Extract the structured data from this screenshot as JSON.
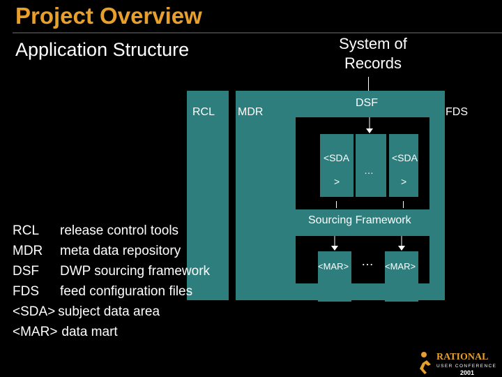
{
  "header": {
    "title": "Project Overview",
    "subtitle": "Application Structure"
  },
  "diagram": {
    "system_of_records": "System of\nRecords",
    "rcl": "RCL",
    "mdr": "MDR",
    "dsf": "DSF",
    "fds": "FDS",
    "sda_left_top": "<SDA",
    "sda_left_bottom": ">",
    "sda_right_top": "<SDA",
    "sda_right_bottom": ">",
    "sda_ellipsis": "…",
    "sourcing_framework": "Sourcing Framework",
    "mar_left": "<MAR>",
    "mar_right": "<MAR>",
    "mar_ellipsis": "…"
  },
  "legend": [
    {
      "key": "RCL",
      "desc": "release control tools"
    },
    {
      "key": "MDR",
      "desc": "meta data repository"
    },
    {
      "key": "DSF",
      "desc": "DWP sourcing framework"
    },
    {
      "key": "FDS",
      "desc": "feed configuration files"
    },
    {
      "key": "<SDA>",
      "desc": "subject data area"
    },
    {
      "key": "<MAR>",
      "desc": "data mart"
    }
  ],
  "logo": {
    "brand": "RATIONAL",
    "event": "USER CONFERENCE",
    "year": "2001",
    "colors": {
      "brand": "#E7A02C",
      "text": "#ffffff"
    }
  }
}
